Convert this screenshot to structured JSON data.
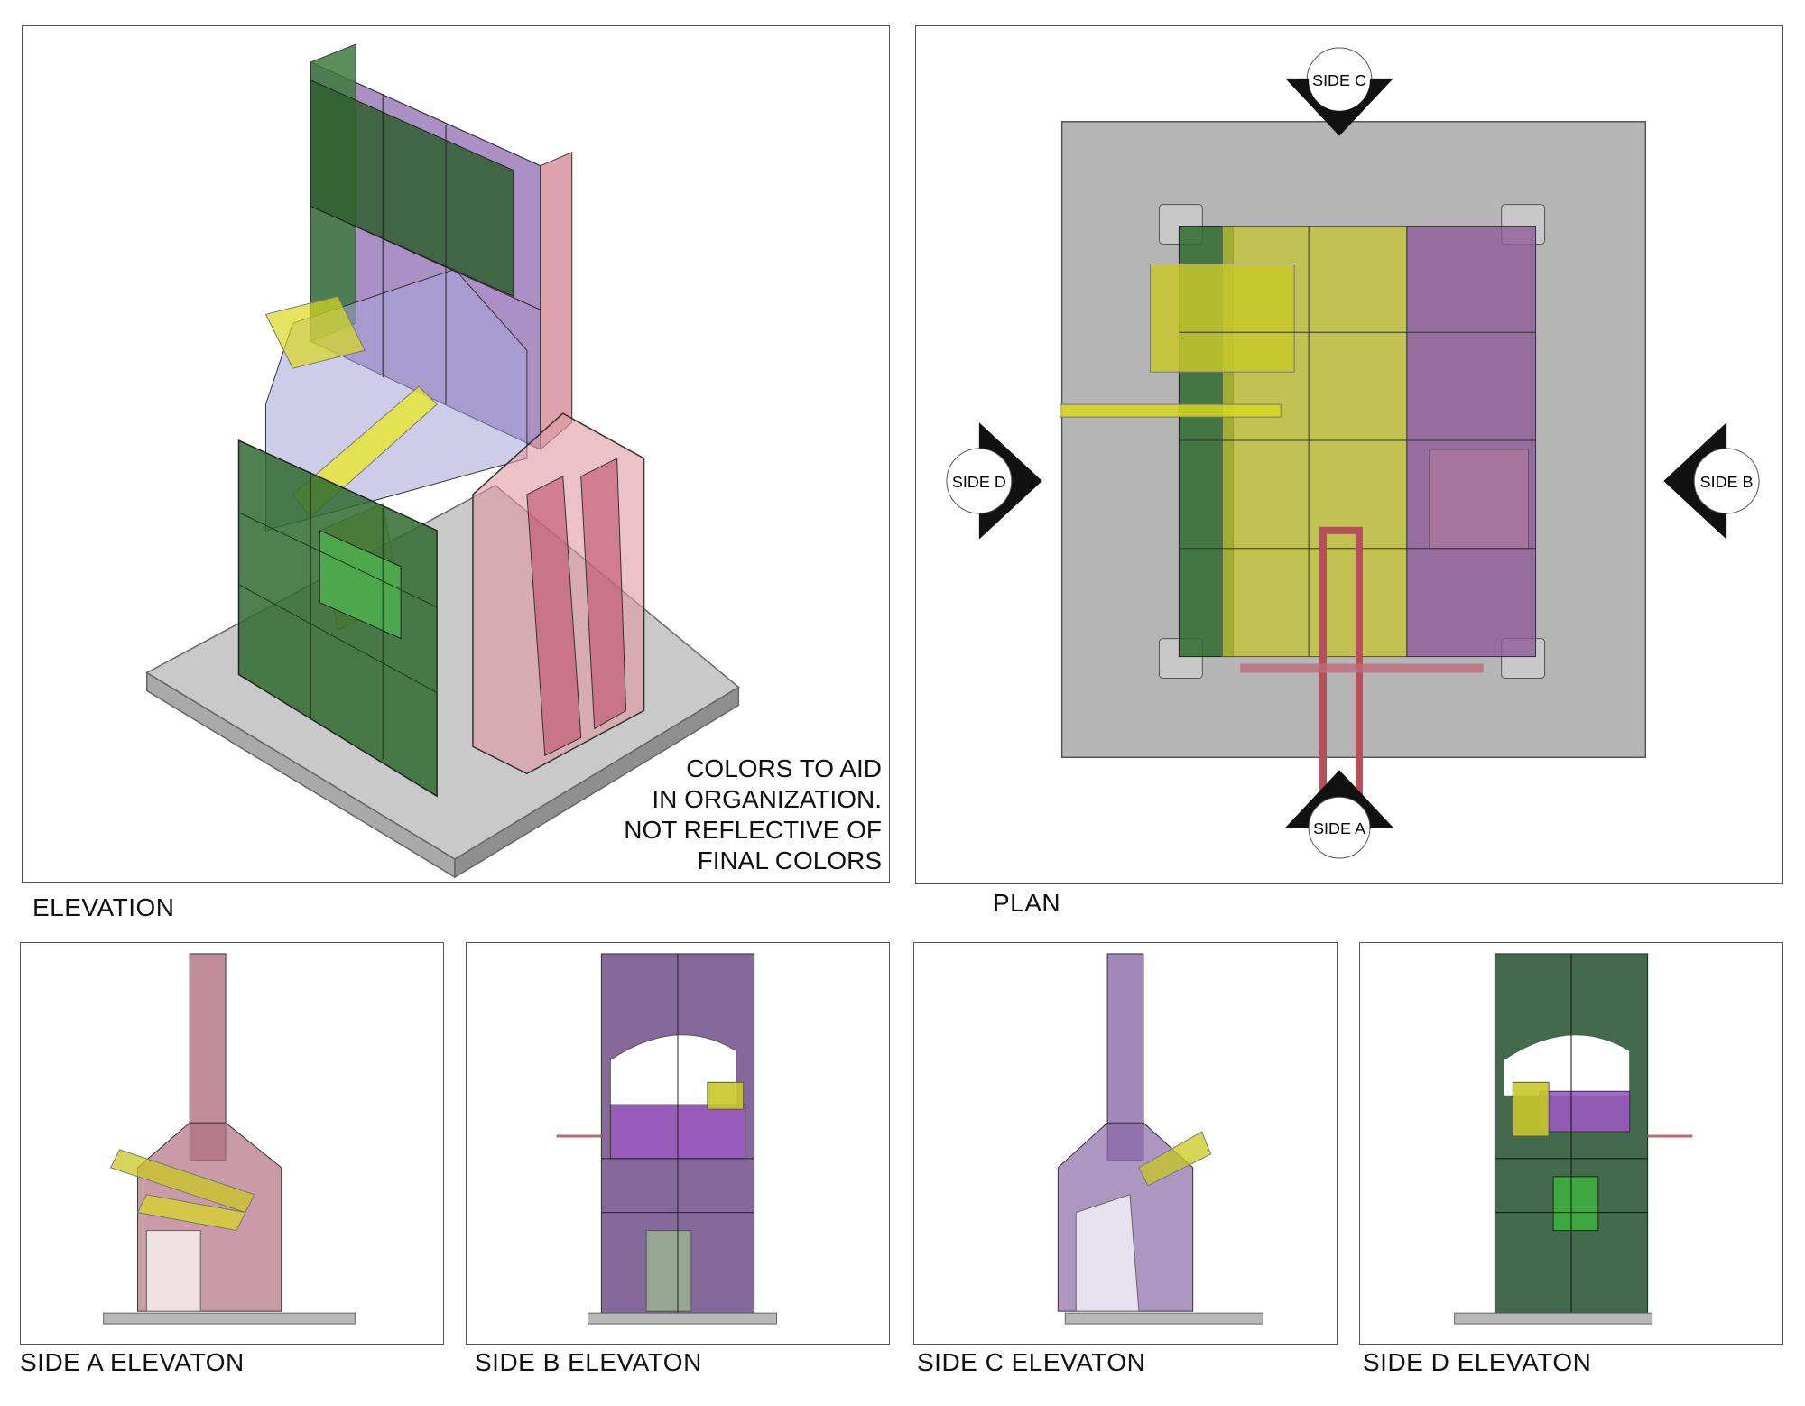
{
  "captions": {
    "elevation": "ELEVATION",
    "plan": "PLAN",
    "side_a": "SIDE A ELEVATON",
    "side_b": "SIDE B ELEVATON",
    "side_c": "SIDE C ELEVATON",
    "side_d": "SIDE D ELEVATON"
  },
  "note": {
    "line1": "COLORS TO AID",
    "line2": "IN ORGANIZATION.",
    "line3": "NOT REFLECTIVE OF",
    "line4": "FINAL COLORS"
  },
  "plan_markers": {
    "a": "SIDE A",
    "b": "SIDE B",
    "c": "SIDE C",
    "d": "SIDE D"
  },
  "colors": {
    "green": "#2f6b2f",
    "purple": "#7b5a9a",
    "pink": "#c06a7a",
    "yellow": "#c8c82a",
    "gray": "#b8b8b8"
  }
}
